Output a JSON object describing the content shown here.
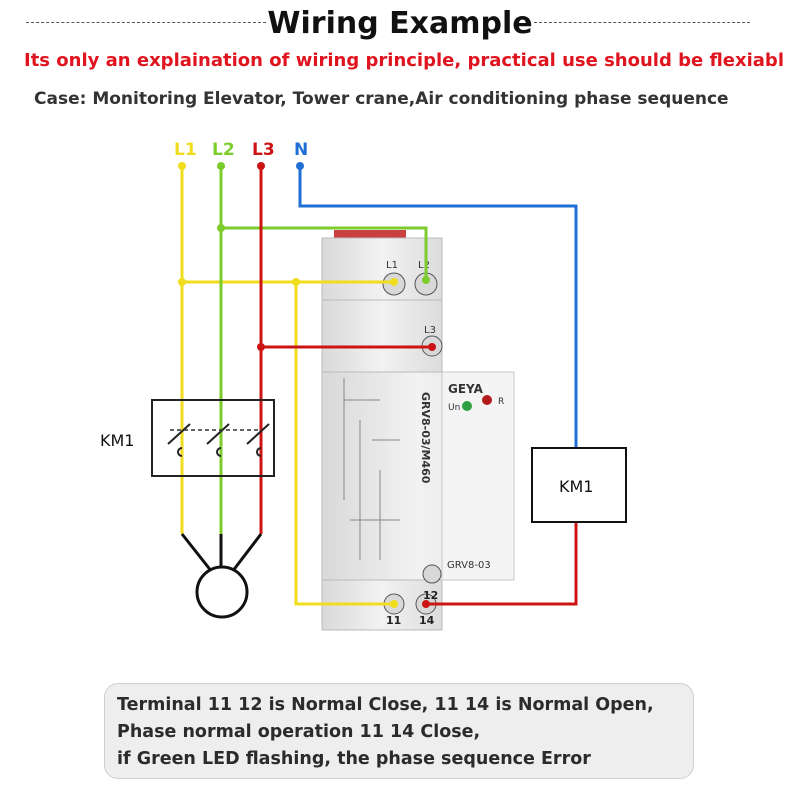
{
  "header": {
    "title": "Wiring Example",
    "warning": "Its only an explaination of wiring principle, practical use should be flexiabl",
    "case": "Case: Monitoring Elevator, Tower crane,Air conditioning phase sequence"
  },
  "lines": [
    {
      "label": "L1",
      "color": "#f2dc1e"
    },
    {
      "label": "L2",
      "color": "#7ccd2c"
    },
    {
      "label": "L3",
      "color": "#cc1414"
    },
    {
      "label": "N",
      "color": "#1f6fd6"
    }
  ],
  "contactor_label": "KM1",
  "coil_label": "KM1",
  "relay": {
    "brand": "GEYA",
    "model_vertical": "GRV8-03/M460",
    "model_label": "GRV8-03",
    "led_un": "Un",
    "led_r": "R",
    "terminals": {
      "t_l1": "L1",
      "t_l2": "L2",
      "t_l3": "L3",
      "t_11": "11",
      "t_12": "12",
      "t_14": "14"
    }
  },
  "notes": [
    "Terminal 11 12 is Normal Close, 11 14 is Normal Open,",
    "Phase normal operation 11 14 Close,",
    "if Green LED flashing, the phase sequence Error"
  ],
  "colors": {
    "led_green": "#2ea043",
    "led_red": "#b31b1b",
    "relay_body": "#ececec",
    "relay_top": "#cc3a3a"
  }
}
